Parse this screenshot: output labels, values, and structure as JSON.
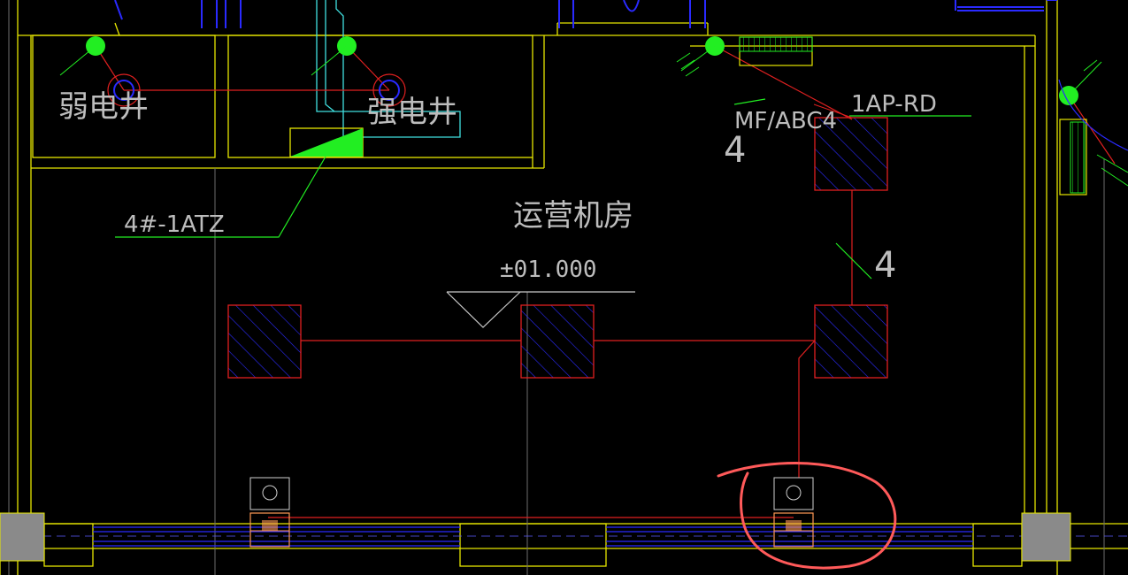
{
  "drawing": {
    "labels": {
      "weak_shaft": "弱电井",
      "strong_shaft": "强电井",
      "ops_room": "运营机房",
      "elevation": "±01.000",
      "panel_tag": "4#-1ATZ",
      "fire_ext": "MF/ABC4",
      "fire_ext_count": "4",
      "rd_tag": "1AP-RD",
      "circuit_count": "4"
    },
    "colors": {
      "wall": "#e6e600",
      "wire": "#e02020",
      "pipe": "#2a2aff",
      "duct": "#40e0e0",
      "green_marker": "#22ee22",
      "text": "#bdbdbd",
      "column": "#8a8a8a",
      "annotation": "#ff5555"
    },
    "icons": {
      "detector": "smoke-detector-icon",
      "column": "structural-column-icon",
      "equipment": "hatched-equipment-box-icon",
      "door": "door-icon",
      "highlight": "freehand-circle-annotation"
    }
  }
}
